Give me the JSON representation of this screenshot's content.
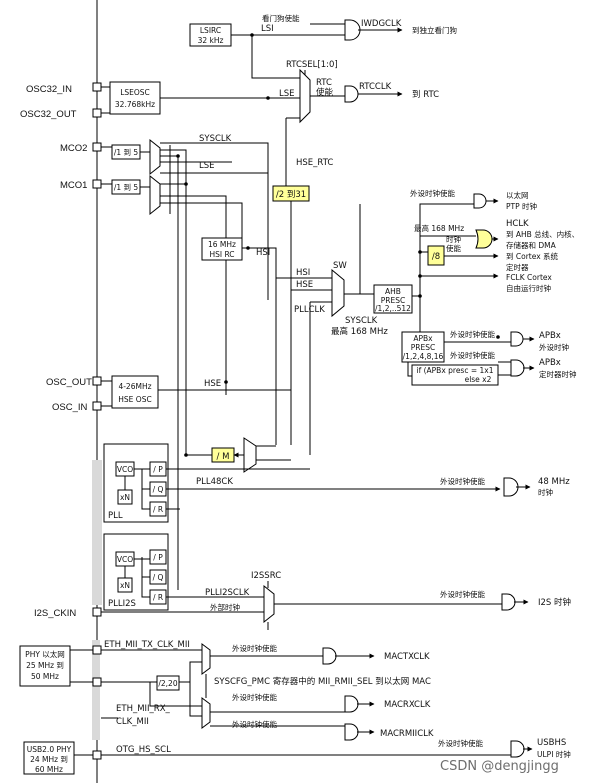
{
  "boxes": {
    "lsirc": [
      "LSIRC",
      "32 kHz"
    ],
    "lseosc": [
      "LSEOSC",
      "32.768kHz"
    ],
    "mco2_div": "/1 到 5",
    "mco1_div": "/1 到 5",
    "hsirc": [
      "16 MHz",
      "HSI RC"
    ],
    "hseosc": [
      "4-26MHz",
      "HSE OSC"
    ],
    "rtc_div": "/2 到31",
    "div8": "/8",
    "ahb": [
      "AHB",
      "PRESC",
      "/1,2,..512"
    ],
    "apb": [
      "APBx",
      "PRESC",
      "/1,2,4,8,16"
    ],
    "apb_timer": [
      "if (APBx presc = 1x1",
      "else x2"
    ],
    "pllm": "/ M",
    "vco": "VCO",
    "xn": "xN",
    "p": "/ P",
    "q": "/ Q",
    "r": "/ R",
    "div220": "/2,20",
    "phy_eth": [
      "PHY 以太网",
      "25 MHz 到",
      "50 MHz"
    ],
    "phy_usb": [
      "USB2.0 PHY",
      "24 MHz 到",
      "60 MHz"
    ]
  },
  "pins": {
    "osc32_in": "OSC32_IN",
    "osc32_out": "OSC32_OUT",
    "mco2": "MCO2",
    "mco1": "MCO1",
    "osc_out": "OSC_OUT",
    "osc_in": "OSC_IN",
    "i2s_ckin": "I2S_CKIN"
  },
  "labels": {
    "lsi": "LSI",
    "iwdg_en": "看门狗使能",
    "iwdgclk": "IWDGCLK",
    "to_iwdg": "到独立看门狗",
    "rtcsel": "RTCSEL[1:0]",
    "rtc_en": [
      "RTC",
      "使能"
    ],
    "rtcclk": "RTCCLK",
    "to_rtc": "到 RTC",
    "lse_rtc": "LSE",
    "lse_mco": "LSE",
    "sysclk_mco": "SYSCLK",
    "hse_rtc": "HSE_RTC",
    "ptp_en": "外设时钟使能",
    "ptp_out": [
      "以太网",
      "PTP 时钟"
    ],
    "max168_hclk": "最高 168 MHz",
    "hclk_en": [
      "时钟",
      "使能"
    ],
    "hclk": "HCLK",
    "hclk_desc": [
      "到 AHB 总线、内核、",
      "存储器和 DMA"
    ],
    "cortex_timer": [
      "到 Cortex 系统",
      "定时器"
    ],
    "fclk": [
      "FCLK Cortex",
      "自由运行时钟"
    ],
    "hsi_mco": "HSI",
    "hsi": "HSI",
    "hse": "HSE",
    "pllclk": "PLLCLK",
    "sw": "SW",
    "sysclk": "SYSCLK",
    "max168_sys": "最高 168 MHz",
    "apb_en": "外设时钟使能",
    "apb_out": [
      "APBx",
      "外设时钟"
    ],
    "apb_tim_en": "外设时钟使能",
    "apb_tim_out": [
      "APBx",
      "定时器时钟"
    ],
    "hse_main": "HSE",
    "pll": "PLL",
    "pll48ck": "PLL48CK",
    "usb48_en": "外设时钟使能",
    "usb48_out": [
      "48 MHz",
      "时钟"
    ],
    "plli2s": "PLLI2S",
    "i2ssrc": "I2SSRC",
    "plli2sclk": "PLLI2SCLK",
    "ext_clk": "外部时钟",
    "i2s_en": "外设时钟使能",
    "i2s_out": "I2S 时钟",
    "eth_tx": "ETH_MII_TX_CLK_MII",
    "mactx_en": "外设时钟使能",
    "mactxclk": "MACTXCLK",
    "syscfg": "SYSCFG_PMC 寄存器中的 MII_RMII_SEL 到以太网 MAC",
    "eth_rx": [
      "ETH_MII_RX_",
      "CLK_MII"
    ],
    "macrx_en": "外设时钟使能",
    "macrxclk": "MACRXCLK",
    "macrmii_en": "外设时钟使能",
    "macrmiiclk": "MACRMIICLK",
    "otg": "OTG_HS_SCL",
    "usbhs_en": "外设时钟使能",
    "usbhs_out": [
      "USBHS",
      "ULPI 时钟"
    ]
  },
  "watermark": "CSDN @dengjingg"
}
